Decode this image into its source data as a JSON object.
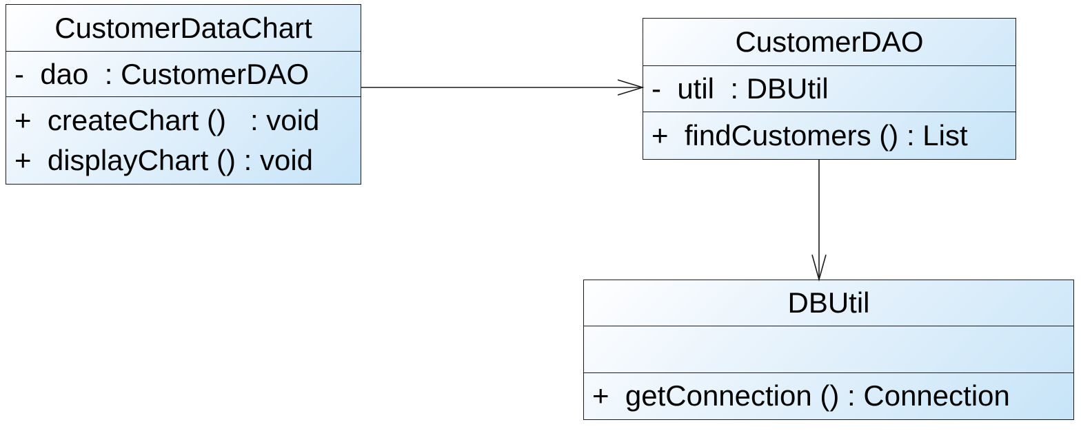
{
  "classes": {
    "customer_data_chart": {
      "name": "CustomerDataChart",
      "attributes": [
        "-  dao  : CustomerDAO"
      ],
      "operations": [
        "+  createChart ()   : void",
        "+  displayChart () : void"
      ]
    },
    "customer_dao": {
      "name": "CustomerDAO",
      "attributes": [
        "-  util  : DBUtil"
      ],
      "operations": [
        "+  findCustomers () : List"
      ]
    },
    "db_util": {
      "name": "DBUtil",
      "attributes": [],
      "operations": [
        "+  getConnection () : Connection"
      ]
    }
  },
  "relations": [
    {
      "from": "CustomerDataChart",
      "to": "CustomerDAO",
      "type": "association"
    },
    {
      "from": "CustomerDAO",
      "to": "DBUtil",
      "type": "association"
    }
  ]
}
